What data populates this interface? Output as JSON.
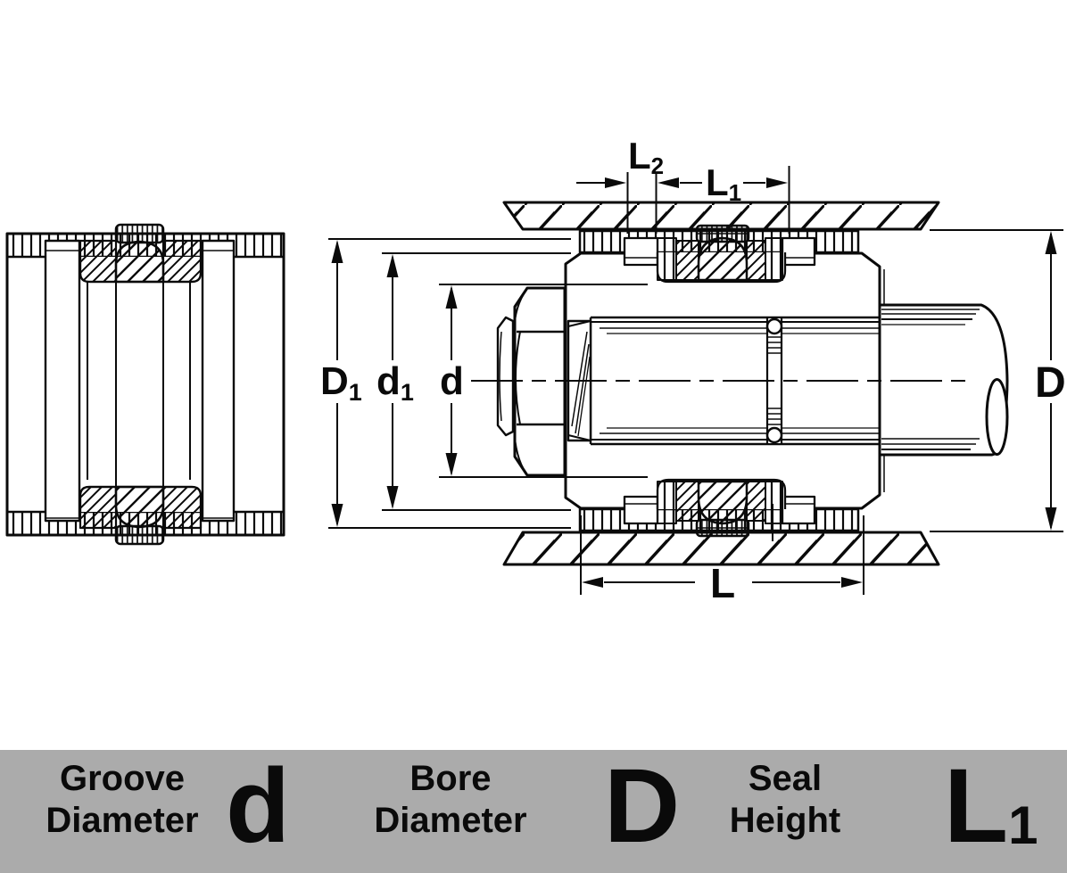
{
  "colors": {
    "ink": "#0a0a0a",
    "paper": "#ffffff",
    "banner_bg": "#ABABAB"
  },
  "drawing": {
    "dim_labels": {
      "l2": {
        "main": "L",
        "sub": "2"
      },
      "l1": {
        "main": "L",
        "sub": "1"
      },
      "D1": {
        "main": "D",
        "sub": "1"
      },
      "d1": {
        "main": "d",
        "sub": "1"
      },
      "d": {
        "main": "d",
        "sub": ""
      },
      "D": {
        "main": "D",
        "sub": ""
      },
      "L": {
        "main": "L",
        "sub": ""
      }
    }
  },
  "legend": {
    "items": [
      {
        "line1": "Groove",
        "line2": "Diameter",
        "symbol": "d",
        "symbol_sub": ""
      },
      {
        "line1": "Bore",
        "line2": "Diameter",
        "symbol": "D",
        "symbol_sub": ""
      },
      {
        "line1": "Seal",
        "line2": "Height",
        "symbol": "L",
        "symbol_sub": "1"
      }
    ]
  }
}
